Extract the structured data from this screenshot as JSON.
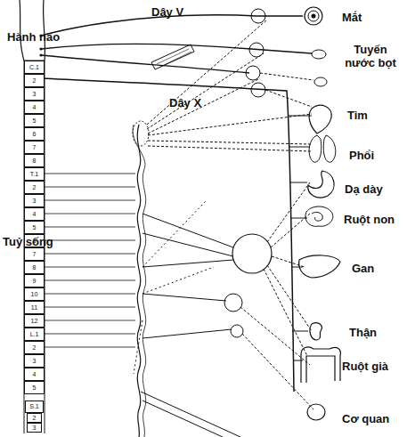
{
  "diagram": {
    "nodes": [
      {
        "text": [
          "C.1"
        ]
      },
      {
        "text": [
          "2"
        ]
      },
      {
        "text": [
          "3"
        ]
      },
      {
        "text": [
          "4"
        ]
      },
      {
        "text": [
          "5"
        ]
      },
      {
        "text": [
          "6"
        ]
      },
      {
        "text": [
          "7"
        ]
      },
      {
        "text": [
          "8"
        ]
      },
      {
        "text": [
          "T.1"
        ]
      },
      {
        "text": [
          "2"
        ]
      },
      {
        "text": [
          "3"
        ]
      },
      {
        "text": [
          "4"
        ]
      },
      {
        "text": [
          "5"
        ]
      },
      {
        "text": [
          "6"
        ]
      },
      {
        "text": [
          "7"
        ]
      },
      {
        "text": [
          "8"
        ]
      },
      {
        "text": [
          "9"
        ]
      },
      {
        "text": [
          "10"
        ]
      },
      {
        "text": [
          "11"
        ]
      },
      {
        "text": [
          "12"
        ]
      },
      {
        "text": [
          "L.1"
        ]
      },
      {
        "text": [
          "2"
        ]
      },
      {
        "text": [
          "3"
        ]
      },
      {
        "text": [
          "4"
        ]
      },
      {
        "text": [
          "5"
        ]
      },
      {
        "text": [
          "S.1"
        ]
      },
      {
        "text": [
          "2"
        ]
      },
      {
        "text": [
          "3"
        ]
      }
    ],
    "labels": [
      "Dây V",
      "Hành não",
      "Mắt",
      "Tuyến nước bọt",
      "Dây X",
      "Tim",
      "Phổi",
      "Dạ dày",
      "Ruột non",
      "Tuỷ sống",
      "Gan",
      "Thận",
      "Ruột già",
      "Cơ quan"
    ]
  }
}
